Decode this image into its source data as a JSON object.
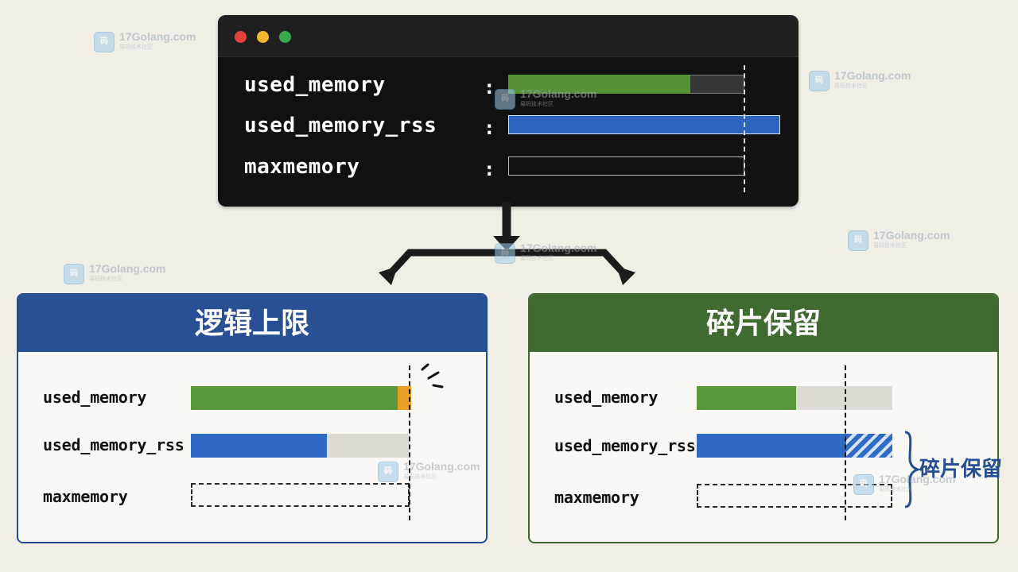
{
  "terminal": {
    "labels": [
      "used_memory",
      "used_memory_rss",
      "maxmemory"
    ],
    "colon": ":"
  },
  "panels": {
    "logical_limit": {
      "title": "逻辑上限",
      "labels": [
        "used_memory",
        "used_memory_rss",
        "maxmemory"
      ]
    },
    "fragmentation_reserve": {
      "title": "碎片保留",
      "labels": [
        "used_memory",
        "used_memory_rss",
        "maxmemory"
      ],
      "side_note": "碎片保留"
    }
  },
  "watermark": {
    "text": "17Golang.com",
    "sub": "易码技术社区",
    "logo": "码"
  },
  "colors": {
    "green": "#5a9a3d",
    "blue": "#2f6bc6",
    "orange": "#e9a125",
    "gray": "#dfdbd4",
    "dark": "#111111"
  },
  "icons": [
    "window-close-dot",
    "window-minimize-dot",
    "window-maximize-dot",
    "split-arrow-icon",
    "warning-spark-icon",
    "brace-icon"
  ]
}
